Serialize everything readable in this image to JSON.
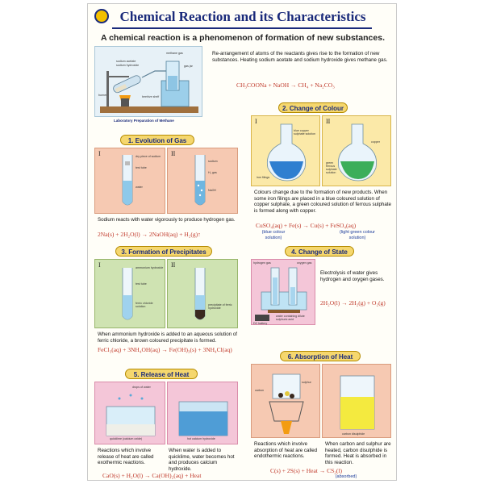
{
  "header": {
    "title": "Chemical Reaction and its Characteristics",
    "subtitle": "A chemical reaction is a phenomenon of formation of new substances."
  },
  "intro": {
    "text": "Re-arrangement of atoms of the reactants gives rise to the formation of new substances. Heating sodium acetate and sodium hydroxide gives methane gas.",
    "equation": "CH₃COONa + NaOH → CH₄ + Na₂CO₃",
    "caption": "Laboratory Preparation of Methane",
    "labels": [
      "sodium acetate",
      "sodium hydroxide",
      "methane gas",
      "gas jar",
      "burner",
      "beehive shelf"
    ]
  },
  "sections": {
    "gas": {
      "heading": "1. Evolution of Gas",
      "panels": [
        "I",
        "II"
      ],
      "labels": [
        "dry piece of sodium",
        "test tube",
        "water",
        "sodium",
        "H₂ gas",
        "NaOH"
      ],
      "text": "Sodium reacts with water vigorously to produce hydrogen gas.",
      "equation": "2Na(s) + 2H₂O(l) → 2NaOH(aq) + H₂(g)↑"
    },
    "precip": {
      "heading": "3. Formation of Precipitates",
      "panels": [
        "I",
        "II"
      ],
      "labels": [
        "ammonium hydroxide",
        "test tube",
        "ferric chloride solution",
        "precipitate of ferric hydroxide"
      ],
      "text": "When ammonium hydroxide is added to an aqueous solution of ferric chloride, a brown coloured precipitate is formed.",
      "equation": "FeCl₃(aq) + 3NH₄OH(aq) → Fe(OH)₃(s) + 3NH₄Cl(aq)"
    },
    "heat": {
      "heading": "5. Release of Heat",
      "labels": [
        "drops of water",
        "quicklime (calcium oxide)",
        "hot calcium hydroxide"
      ],
      "text_left": "Reactions which involve release of heat are called exothermic reactions.",
      "text_right": "When water is added to quicklime, water becomes hot and produces calcium hydroxide.",
      "equation": "CaO(s) + H₂O(l) → Ca(OH)₂(aq) + Heat"
    },
    "colour": {
      "heading": "2. Change of Colour",
      "panels": [
        "I",
        "II"
      ],
      "labels": [
        "blue copper sulphate solution",
        "iron filings",
        "green ferrous sulphate solution",
        "copper"
      ],
      "text": "Colours change due to the formation of new products. When some iron filings are placed in a blue coloured solution of copper sulphate, a green coloured solution of ferrous sulphate is formed along with copper.",
      "equation": "CuSO₄(aq) + Fe(s) → Cu(s) + FeSO₄(aq)",
      "note_left": "(blue colour solution)",
      "note_right": "(light green colour solution)"
    },
    "state": {
      "heading": "4. Change of State",
      "labels": [
        "hydrogen gas",
        "oxygen gas",
        "water containing dilute sulphuric acid",
        "DC battery"
      ],
      "text": "Electrolysis of water gives hydrogen and oxygen gases.",
      "equation": "2H₂O(l) → 2H₂(g) + O₂(g)"
    },
    "absorb": {
      "heading": "6. Absorption of Heat",
      "labels": [
        "carbon",
        "sulphur",
        "carbon disulphide"
      ],
      "text_left": "Reactions which involve absorption of heat are called endothermic reactions.",
      "text_right": "When carbon and sulphur are heated, carbon disulphide is formed. Heat is absorbed in this reaction.",
      "equation": "C(s) + 2S(s) + Heat → CS₂(l)",
      "note": "(absorbed)"
    }
  },
  "colors": {
    "title": "#1a2a7a",
    "equation": "#c0392b",
    "heading_bg": "#f5d76e",
    "panel_peach": "#f6c9b2",
    "panel_yellow": "#fbe9a8"
  }
}
